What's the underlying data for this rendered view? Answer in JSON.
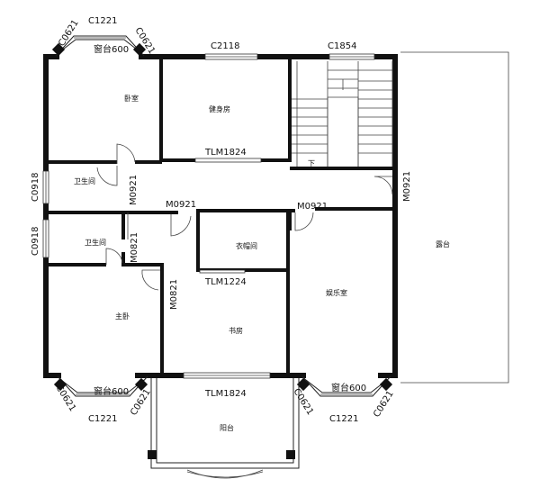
{
  "rooms": {
    "bedroom": "卧室",
    "gym": "健身房",
    "bath_upper": "卫生间",
    "bath_lower": "卫生间",
    "cloakroom": "衣帽间",
    "master_bedroom": "主卧",
    "study": "书房",
    "entertainment": "娱乐室",
    "terrace": "露台",
    "balcony": "阳台",
    "stair_down": "下"
  },
  "windows": {
    "bay_tl": "窗台600",
    "bay_bl": "窗台600",
    "bay_br": "窗台600",
    "c1221_top": "C1221",
    "c1221_bl": "C1221",
    "c1221_br": "C1221",
    "c0621_tl_left": "C0621",
    "c0621_tl_right": "C0621",
    "c0621_bl_left": "C0621",
    "c0621_bl_right": "C0621",
    "c0621_br_left": "C0621",
    "c0621_br_right": "C0621",
    "c2118": "C2118",
    "c1854": "C1854",
    "c0918_upper": "C0918",
    "c0918_lower": "C0918",
    "tlm1824_gym": "TLM1824",
    "tlm1224": "TLM1224",
    "tlm1824_study": "TLM1824"
  },
  "doors": {
    "m0921_bath": "M0921",
    "m0921_corridor": "M0921",
    "m0921_ent": "M0921",
    "m0921_right": "M0921",
    "m0821_bath2": "M0821",
    "m0821_master": "M0821"
  }
}
